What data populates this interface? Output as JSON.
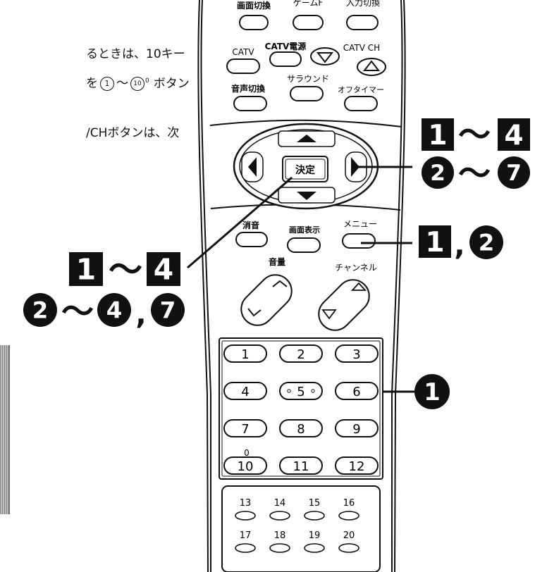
{
  "side_text": {
    "line1": "るときは、10キー",
    "line2_prefix": "を",
    "line2_a": "1",
    "line2_tilde": "～",
    "line2_b": "10",
    "line2_b_sup": "0",
    "line2_suffix": "ボタン",
    "line3": "/CHボタンは、次"
  },
  "remote": {
    "top_row": [
      "画面切換",
      "ゲームF",
      "入力切換"
    ],
    "catv_row": {
      "catv": "CATV",
      "catv_power": "CATV電源",
      "catv_ch": "CATV CH"
    },
    "third_row": {
      "audio": "音声切換",
      "surround": "サラウンド",
      "off_timer": "オフタイマー"
    },
    "enter": "決定",
    "fourth_row": {
      "mute": "消音",
      "display": "画面表示",
      "menu": "メニュー"
    },
    "volume": "音量",
    "channel": "チャンネル",
    "keys": [
      "1",
      "2",
      "3",
      "4",
      "5",
      "6",
      "7",
      "8",
      "9",
      "10",
      "11",
      "12"
    ],
    "key10_sup": "0",
    "small_keys": [
      "13",
      "14",
      "15",
      "16",
      "17",
      "18",
      "19",
      "20"
    ]
  },
  "callouts": {
    "dpad_steps_a": {
      "start": "1",
      "tilde": "～",
      "end": "4"
    },
    "dpad_steps_b": {
      "start": "2",
      "tilde": "～",
      "end": "7"
    },
    "enter_steps_a": {
      "start": "1",
      "tilde": "～",
      "end": "4"
    },
    "enter_steps_b": {
      "start": "2",
      "tilde": "～",
      "end": "4",
      "comma": ",",
      "extra": "7"
    },
    "menu_steps": {
      "first": "1",
      "comma": ",",
      "second": "2"
    },
    "keypad_step": "1"
  },
  "colors": {
    "ink": "#111111",
    "paper": "#ffffff"
  }
}
